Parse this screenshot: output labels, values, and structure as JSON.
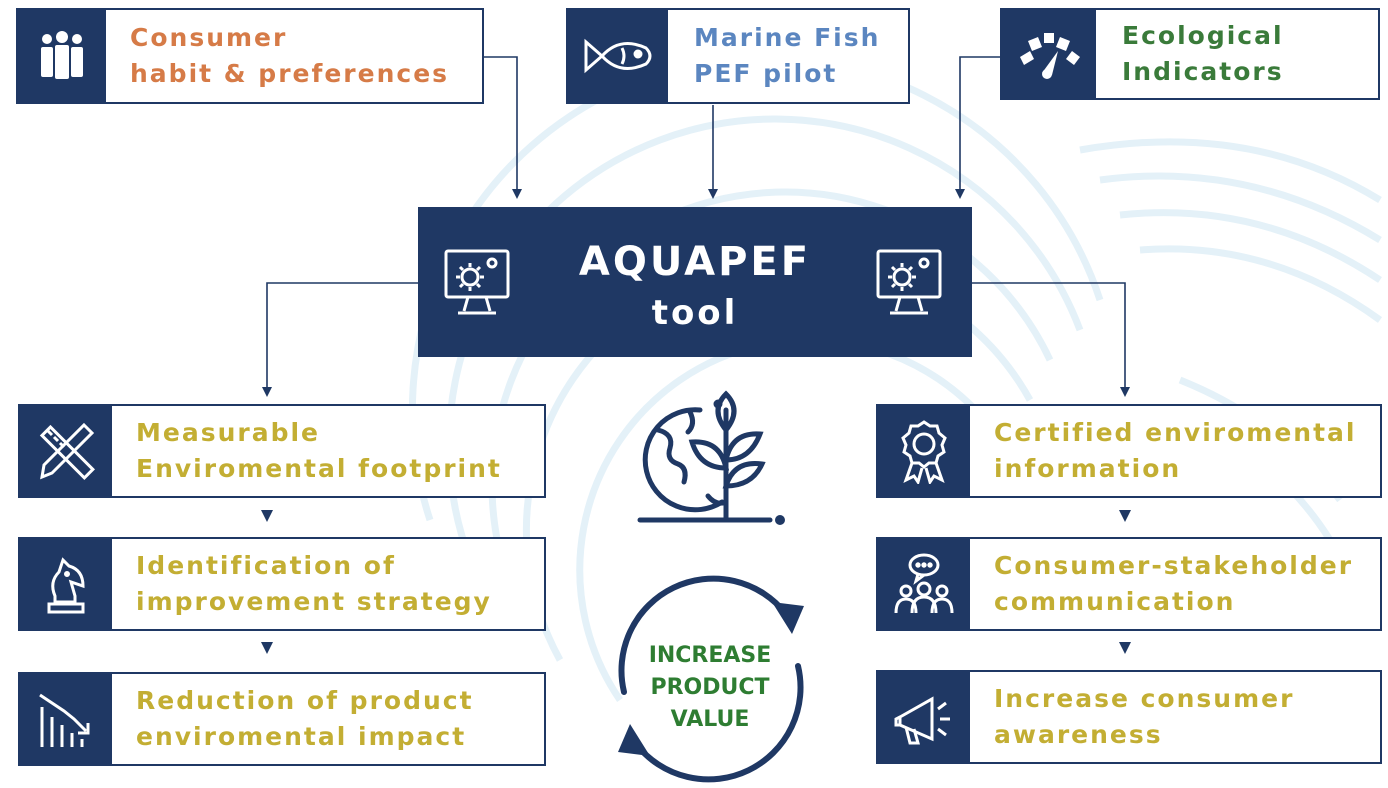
{
  "inputs": {
    "consumer": {
      "line1": "Consumer",
      "line2": "habit & preferences",
      "icon": "people-icon",
      "color": "#d67b47"
    },
    "marine_fish": {
      "line1": "Marine Fish",
      "line2": "PEF pilot",
      "icon": "fish-icon",
      "color": "#5b86c0"
    },
    "ecological": {
      "line1": "Ecological",
      "line2": "Indicators",
      "icon": "gauge-icon",
      "color": "#3a7b3a"
    }
  },
  "center": {
    "title": "AQUAPEF",
    "subtitle": "tool",
    "icon": "monitor-gear-icon"
  },
  "left_outputs": [
    {
      "line1": "Measurable",
      "line2": "Enviromental footprint",
      "icon": "ruler-pencil-icon"
    },
    {
      "line1": "Identification of",
      "line2": "improvement strategy",
      "icon": "chess-knight-icon"
    },
    {
      "line1": "Reduction of product",
      "line2": "enviromental impact",
      "icon": "declining-bars-icon"
    }
  ],
  "right_outputs": [
    {
      "line1": "Certified enviromental",
      "line2": "information",
      "icon": "award-badge-icon"
    },
    {
      "line1": "Consumer-stakeholder",
      "line2": "communication",
      "icon": "group-chat-icon"
    },
    {
      "line1": "Increase consumer",
      "line2": "awareness",
      "icon": "megaphone-icon"
    }
  ],
  "cycle": {
    "line1": "INCREASE",
    "line2": "PRODUCT",
    "line3": "VALUE",
    "icon": "globe-plant-icon"
  },
  "colors": {
    "navy": "#1f3864",
    "orange": "#d67b47",
    "blue": "#5b86c0",
    "green": "#3a7b3a",
    "gold": "#c3ae33",
    "cycle_green": "#2e7d32",
    "watermark": "#e4f1f8"
  }
}
